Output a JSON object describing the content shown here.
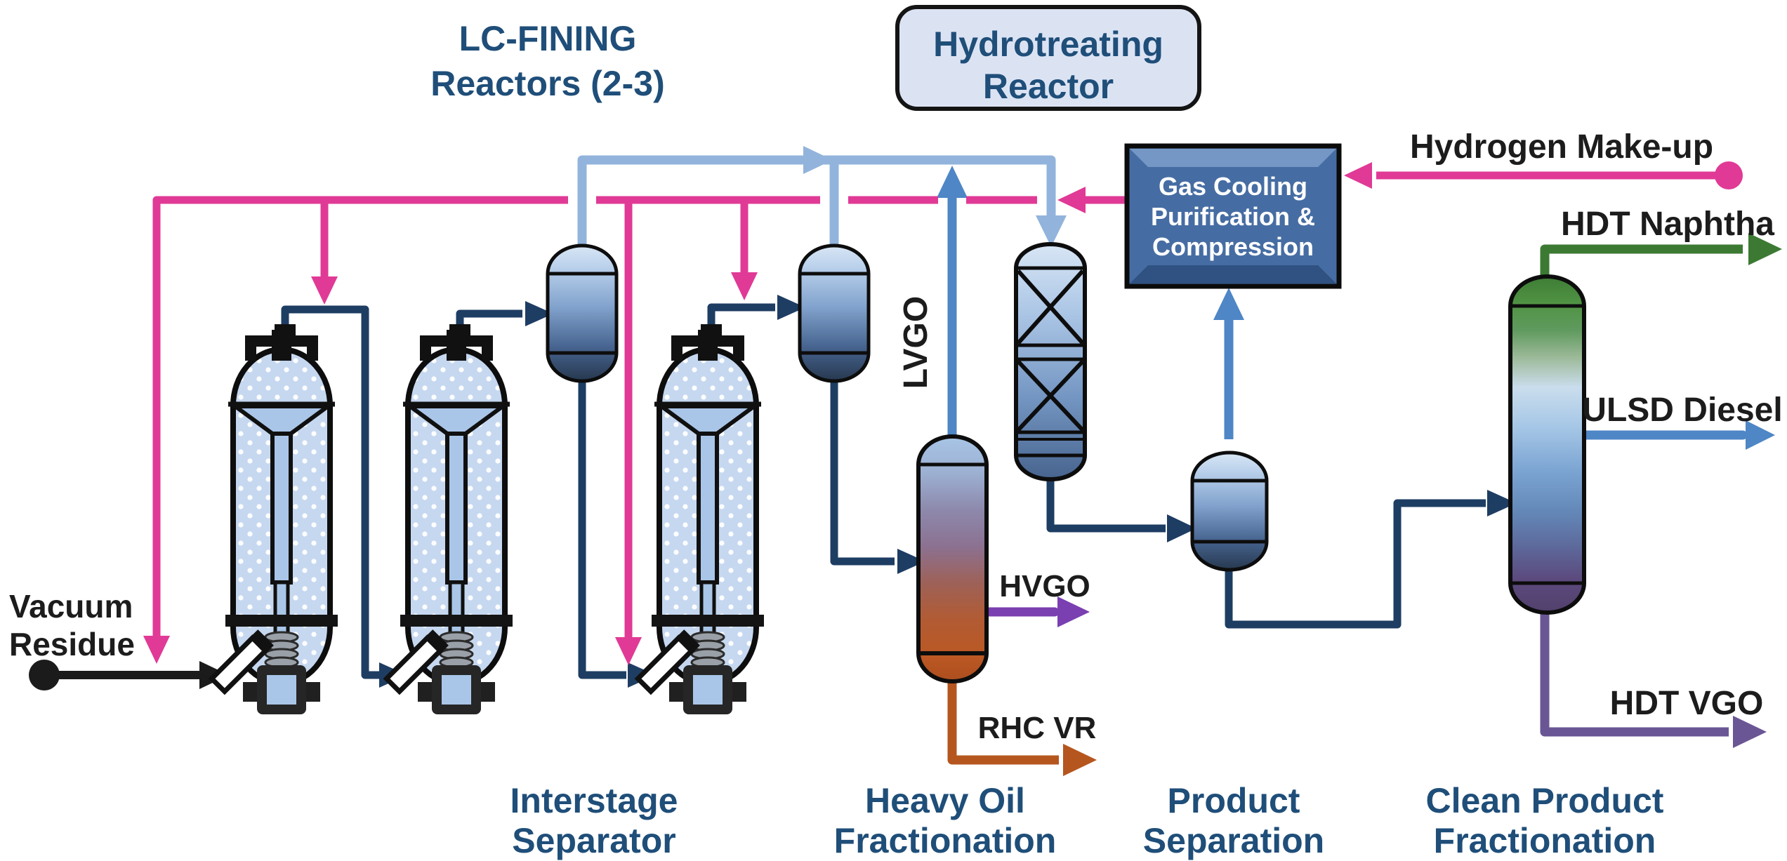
{
  "labels": {
    "lc_fining": {
      "line1": "LC-FINING",
      "line2": "Reactors (2-3)"
    },
    "hydrotreating_box": {
      "line1": "Hydrotreating",
      "line2": "Reactor"
    },
    "gas_cooling_box": {
      "line1": "Gas Cooling",
      "line2": "Purification &",
      "line3": "Compression"
    },
    "interstage_separator": {
      "line1": "Interstage",
      "line2": "Separator"
    },
    "heavy_oil_fractionation": {
      "line1": "Heavy Oil",
      "line2": "Fractionation"
    },
    "product_separation": {
      "line1": "Product",
      "line2": "Separation"
    },
    "clean_product_fractionation": {
      "line1": "Clean Product",
      "line2": "Fractionation"
    }
  },
  "streams": {
    "vacuum_residue": {
      "line1": "Vacuum",
      "line2": "Residue"
    },
    "hydrogen_makeup": "Hydrogen Make-up",
    "hdt_naphtha": "HDT Naphtha",
    "ulsd_diesel": "ULSD Diesel",
    "hdt_vgo": "HDT VGO",
    "hvgo": "HVGO",
    "rhc_vr": "RHC VR",
    "lvgo": "LVGO"
  },
  "colors": {
    "label_navy": "#1F4E79",
    "label_black": "#1C1C1C",
    "pipe_navy": "#1E3D63",
    "pipe_light_blue": "#92B4DC",
    "pipe_medium_blue": "#4E86C6",
    "pipe_pink": "#E03A96",
    "pipe_green": "#3C7A33",
    "pipe_purple_hvgo": "#7A3FB0",
    "pipe_purple_hdt_vgo": "#6A5694",
    "pipe_brown": "#B5561F",
    "pipe_black": "#1B1B1B",
    "gas_box_fill": "#466DA3",
    "label_box_fill": "#DBE3F3",
    "vessel_light_blue": "#C6D8F0"
  }
}
